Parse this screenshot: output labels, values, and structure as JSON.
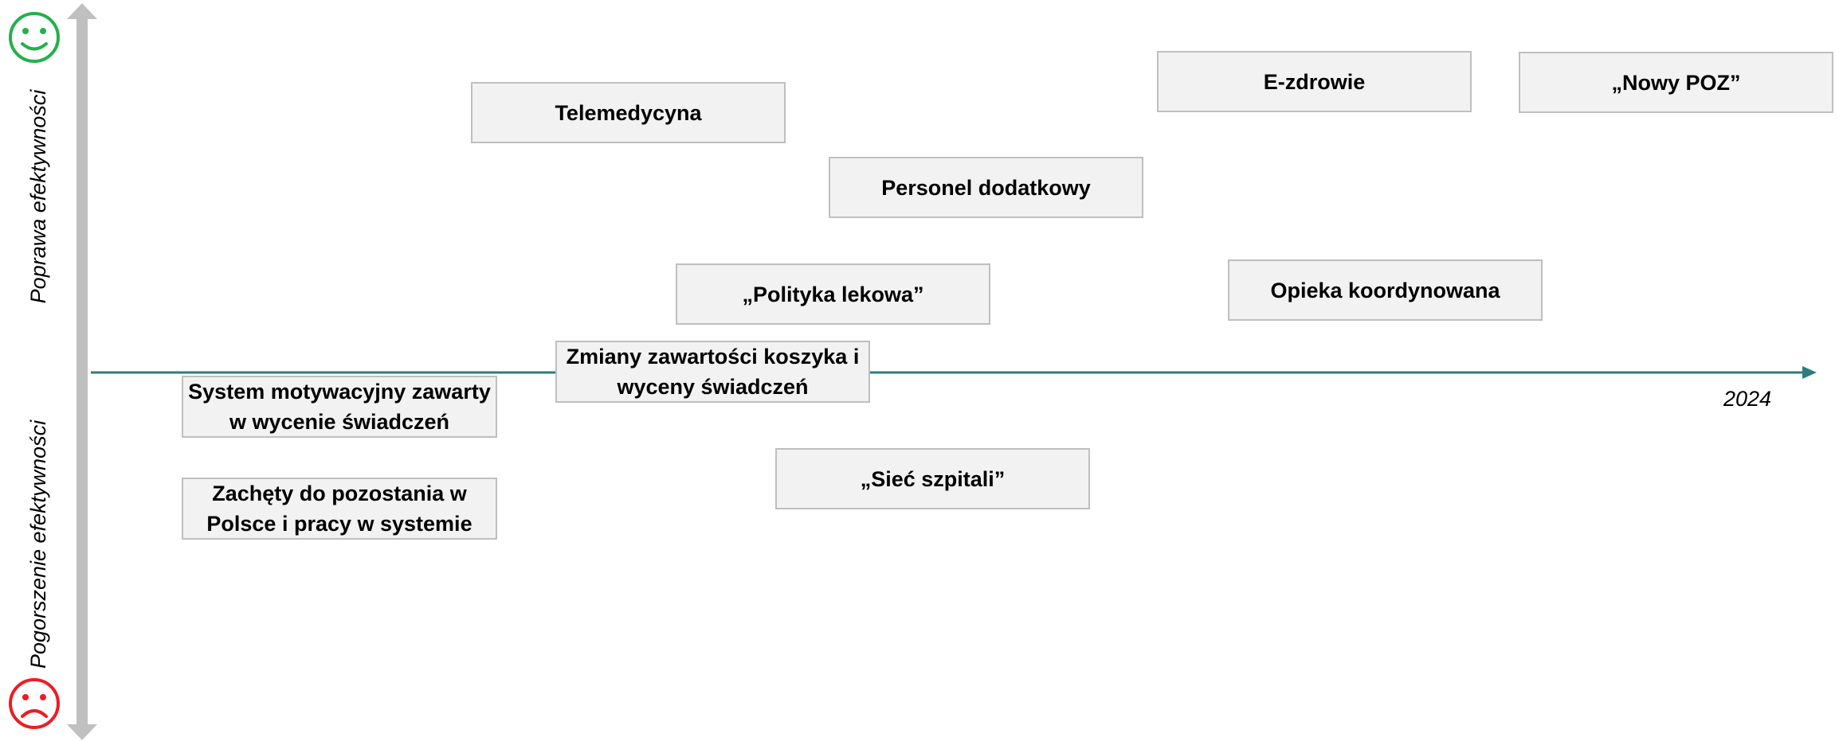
{
  "axes": {
    "vertical_top_label": "Poprawa efektywności",
    "vertical_bottom_label": "Pogorszenie efektywności",
    "timeline_end_label": "2024",
    "vertical_axis_color": "#c0c0c0",
    "timeline_color": "#2e7d7d",
    "positive_icon": "smiley-face-icon",
    "positive_color": "#22b14c",
    "negative_icon": "sad-face-icon",
    "negative_color": "#ed1c24"
  },
  "boxes": {
    "telemedycyna": "Telemedycyna",
    "e_zdrowie": "E-zdrowie",
    "nowy_poz": "„Nowy POZ”",
    "personel_dodatkowy": "Personel dodatkowy",
    "polityka_lekowa": "„Polityka lekowa”",
    "opieka_koordynowana": "Opieka koordynowana",
    "zmiany_koszyka": "Zmiany zawartości koszyka i wyceny świadczeń",
    "system_motywacyjny": "System motywacyjny zawarty w wycenie świadczeń",
    "siec_szpitali": "„Sieć szpitali”",
    "zachety": "Zachęty do pozostania w Polsce i pracy w systemie"
  },
  "style": {
    "box_fill": "#f2f2f2",
    "box_border": "#bfbfbf"
  }
}
